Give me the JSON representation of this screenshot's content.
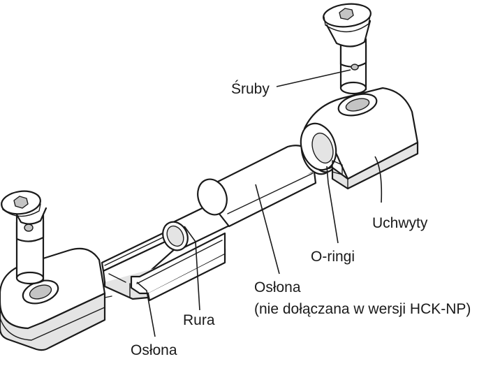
{
  "labels": {
    "sruby": "Śruby",
    "uchwyty": "Uchwyty",
    "oringi": "O-ringi",
    "oslona_top_line1": "Osłona",
    "oslona_top_line2": "(nie dołączana w wersji HCK-NP)",
    "rura": "Rura",
    "oslona_bottom": "Osłona"
  }
}
